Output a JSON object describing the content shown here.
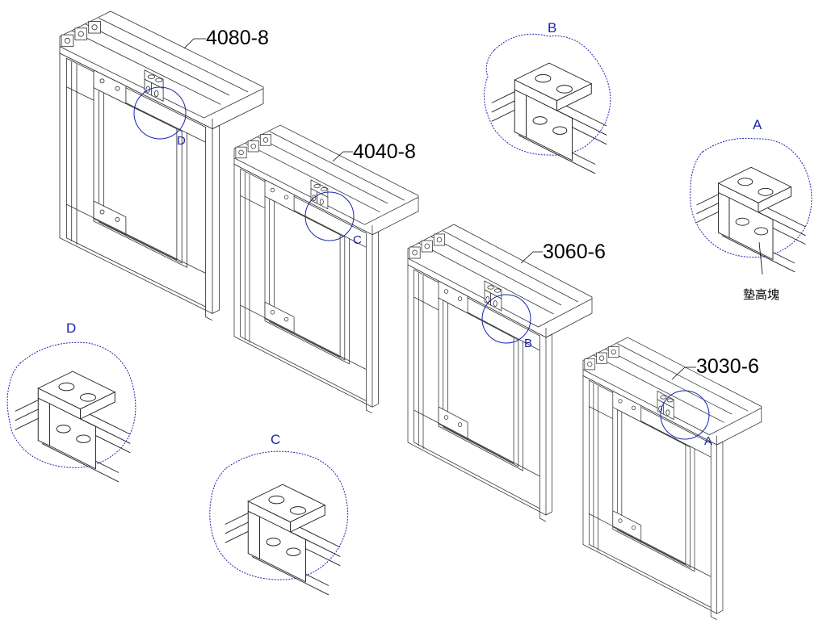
{
  "parts": [
    {
      "label": "4080-8",
      "detail": "D"
    },
    {
      "label": "4040-8",
      "detail": "C"
    },
    {
      "label": "3060-6",
      "detail": "B"
    },
    {
      "label": "3030-6",
      "detail": "A"
    }
  ],
  "details": [
    "B",
    "A",
    "D",
    "C"
  ],
  "note": "墊高塊"
}
